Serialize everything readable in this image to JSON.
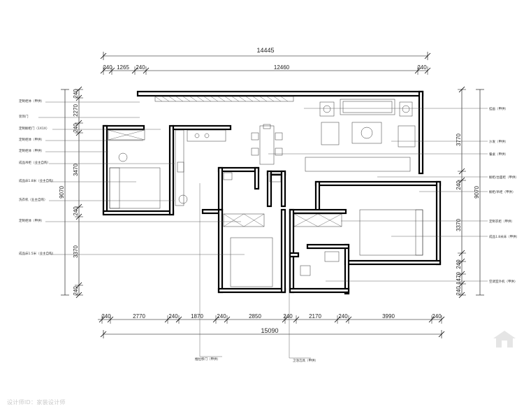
{
  "dimensions": {
    "top_total": "14445",
    "top_segments": [
      "240",
      "1265",
      "240",
      "12460",
      "240"
    ],
    "bottom_total": "15090",
    "bottom_segments": [
      "240",
      "2770",
      "240",
      "1870",
      "240",
      "2850",
      "240",
      "2170",
      "240",
      "3990",
      "240"
    ],
    "left_total": "9070",
    "left_segments": [
      "240",
      "2270",
      "240",
      "3470",
      "240",
      "3370",
      "240"
    ],
    "right_total": "9070",
    "right_segments": [
      "3770",
      "240",
      "3370",
      "240",
      "1470",
      "240"
    ]
  },
  "left_notes": [
    "定制柜体（甲供）",
    "装饰门",
    "定制橱柜门（1X1X）",
    "定制柜体（甲供）",
    "定制柜体（甲供）",
    "成品吊柜（业主自购）",
    "成品床1.8米（业主自购）",
    "洗衣机（业主自购）",
    "定制柜体（甲供）",
    "成品床1.5米（业主自购）"
  ],
  "right_notes": [
    "挂画（甲供）",
    "沙发（甲供）",
    "餐桌（甲供）",
    "橱柜/台面柜（甲供）",
    "橱柜/吊柜（甲供）",
    "定制衣柜（甲供）",
    "成品1.8米床（甲供）",
    "空调室外机（甲供）"
  ],
  "bottom_notes": [
    "推拉移门（甲供）",
    "卫浴洁具（甲供）"
  ],
  "watermark": "设计师ID：家装设计师",
  "logo_icon": "house-logo-icon"
}
